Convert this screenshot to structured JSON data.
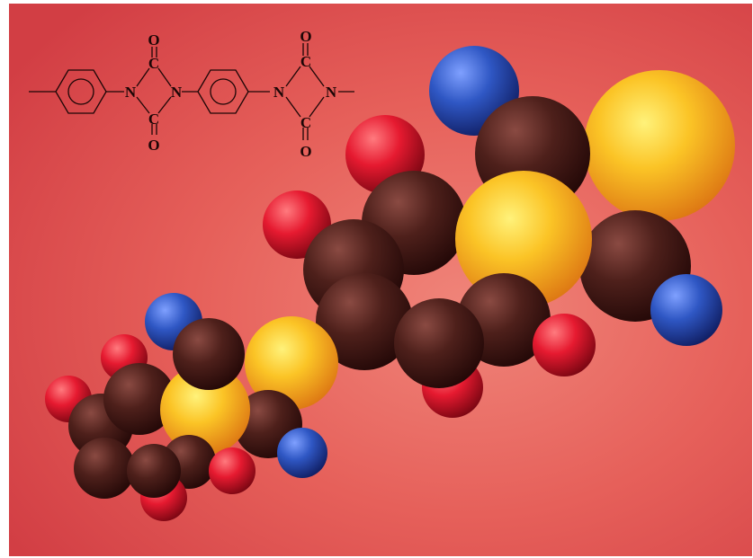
{
  "formula": {
    "left_ring": {
      "top_o": "O",
      "top_c": "C",
      "left_n": "N",
      "right_n": "N",
      "bottom_c": "C",
      "bottom_o": "O"
    },
    "right_ring": {
      "top_o": "O",
      "top_c": "C",
      "left_n": "N",
      "right_n": "N",
      "bottom_c": "C",
      "bottom_o": "O"
    }
  },
  "colors": {
    "background": "#e0504a",
    "carbon_atom": "#4a1e1a",
    "nitrogen_atom": "#2a52b8",
    "oxygen_atom": "#e01c32",
    "sulfur_atom": "#f6b21e",
    "formula_ink": "#1c0606"
  }
}
